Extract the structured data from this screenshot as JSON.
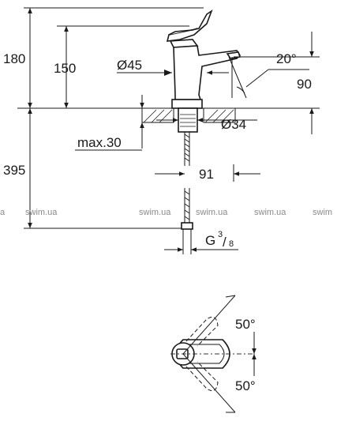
{
  "dimensions": {
    "height_total": "180",
    "height_spout": "150",
    "diameter_body": "Ø45",
    "angle_spout": "20°",
    "spout_projection_height": "90",
    "hole_diameter": "Ø34",
    "max_thickness": "max.30",
    "hose_length": "395",
    "reach": "91",
    "connection_thread": "G",
    "thread_numerator": "3",
    "thread_denominator": "8",
    "handle_angle_top": "50°",
    "handle_angle_bottom": "50°"
  },
  "watermark": {
    "items": [
      "a",
      "swim.ua",
      "swim.ua",
      "swim.ua",
      "swim.ua",
      "swim"
    ]
  },
  "colors": {
    "line": "#1a1a1a",
    "watermark": "#8a8a8a"
  }
}
